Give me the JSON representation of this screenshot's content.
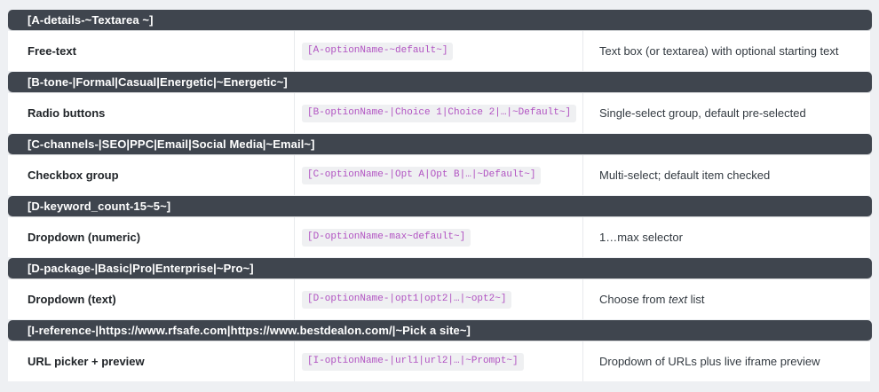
{
  "colors": {
    "page_bg": "#eef0f3",
    "section_header_bg": "#3f454e",
    "section_header_text": "#ffffff",
    "row_bg": "#ffffff",
    "column_divider": "#e8eaed",
    "code_text": "#b153c2",
    "code_bg": "#eff0f2",
    "label_text": "#212529",
    "description_text": "#333a41"
  },
  "table": {
    "groups": [
      {
        "section_header": "[A-details-~Textarea ~]",
        "control_type": "Free-text",
        "syntax": "[A-optionName-~default~]",
        "description": {
          "pre": "Text box (or textarea) with optional starting text",
          "em": "",
          "post": ""
        }
      },
      {
        "section_header": "[B-tone-|Formal|Casual|Energetic|~Energetic~]",
        "control_type": "Radio buttons",
        "syntax": "[B-optionName-|Choice 1|Choice 2|…|~Default~]",
        "description": {
          "pre": "Single-select group, default pre-selected",
          "em": "",
          "post": ""
        }
      },
      {
        "section_header": "[C-channels-|SEO|PPC|Email|Social Media|~Email~]",
        "control_type": "Checkbox group",
        "syntax": "[C-optionName-|Opt A|Opt B|…|~Default~]",
        "description": {
          "pre": "Multi-select; default item checked",
          "em": "",
          "post": ""
        }
      },
      {
        "section_header": "[D-keyword_count-15~5~]",
        "control_type": "Dropdown (numeric)",
        "syntax": "[D-optionName-max~default~]",
        "description": {
          "pre": "1…max selector",
          "em": "",
          "post": ""
        }
      },
      {
        "section_header": "[D-package-|Basic|Pro|Enterprise|~Pro~]",
        "control_type": "Dropdown (text)",
        "syntax": "[D-optionName-|opt1|opt2|…|~opt2~]",
        "description": {
          "pre": "Choose from ",
          "em": "text",
          "post": " list"
        }
      },
      {
        "section_header": "[I-reference-|https://www.rfsafe.com|https://www.bestdealon.com/|~Pick a site~]",
        "control_type": "URL picker + preview",
        "syntax": "[I-optionName-|url1|url2|…|~Prompt~]",
        "description": {
          "pre": "Dropdown of URLs plus live iframe preview",
          "em": "",
          "post": ""
        }
      }
    ]
  }
}
